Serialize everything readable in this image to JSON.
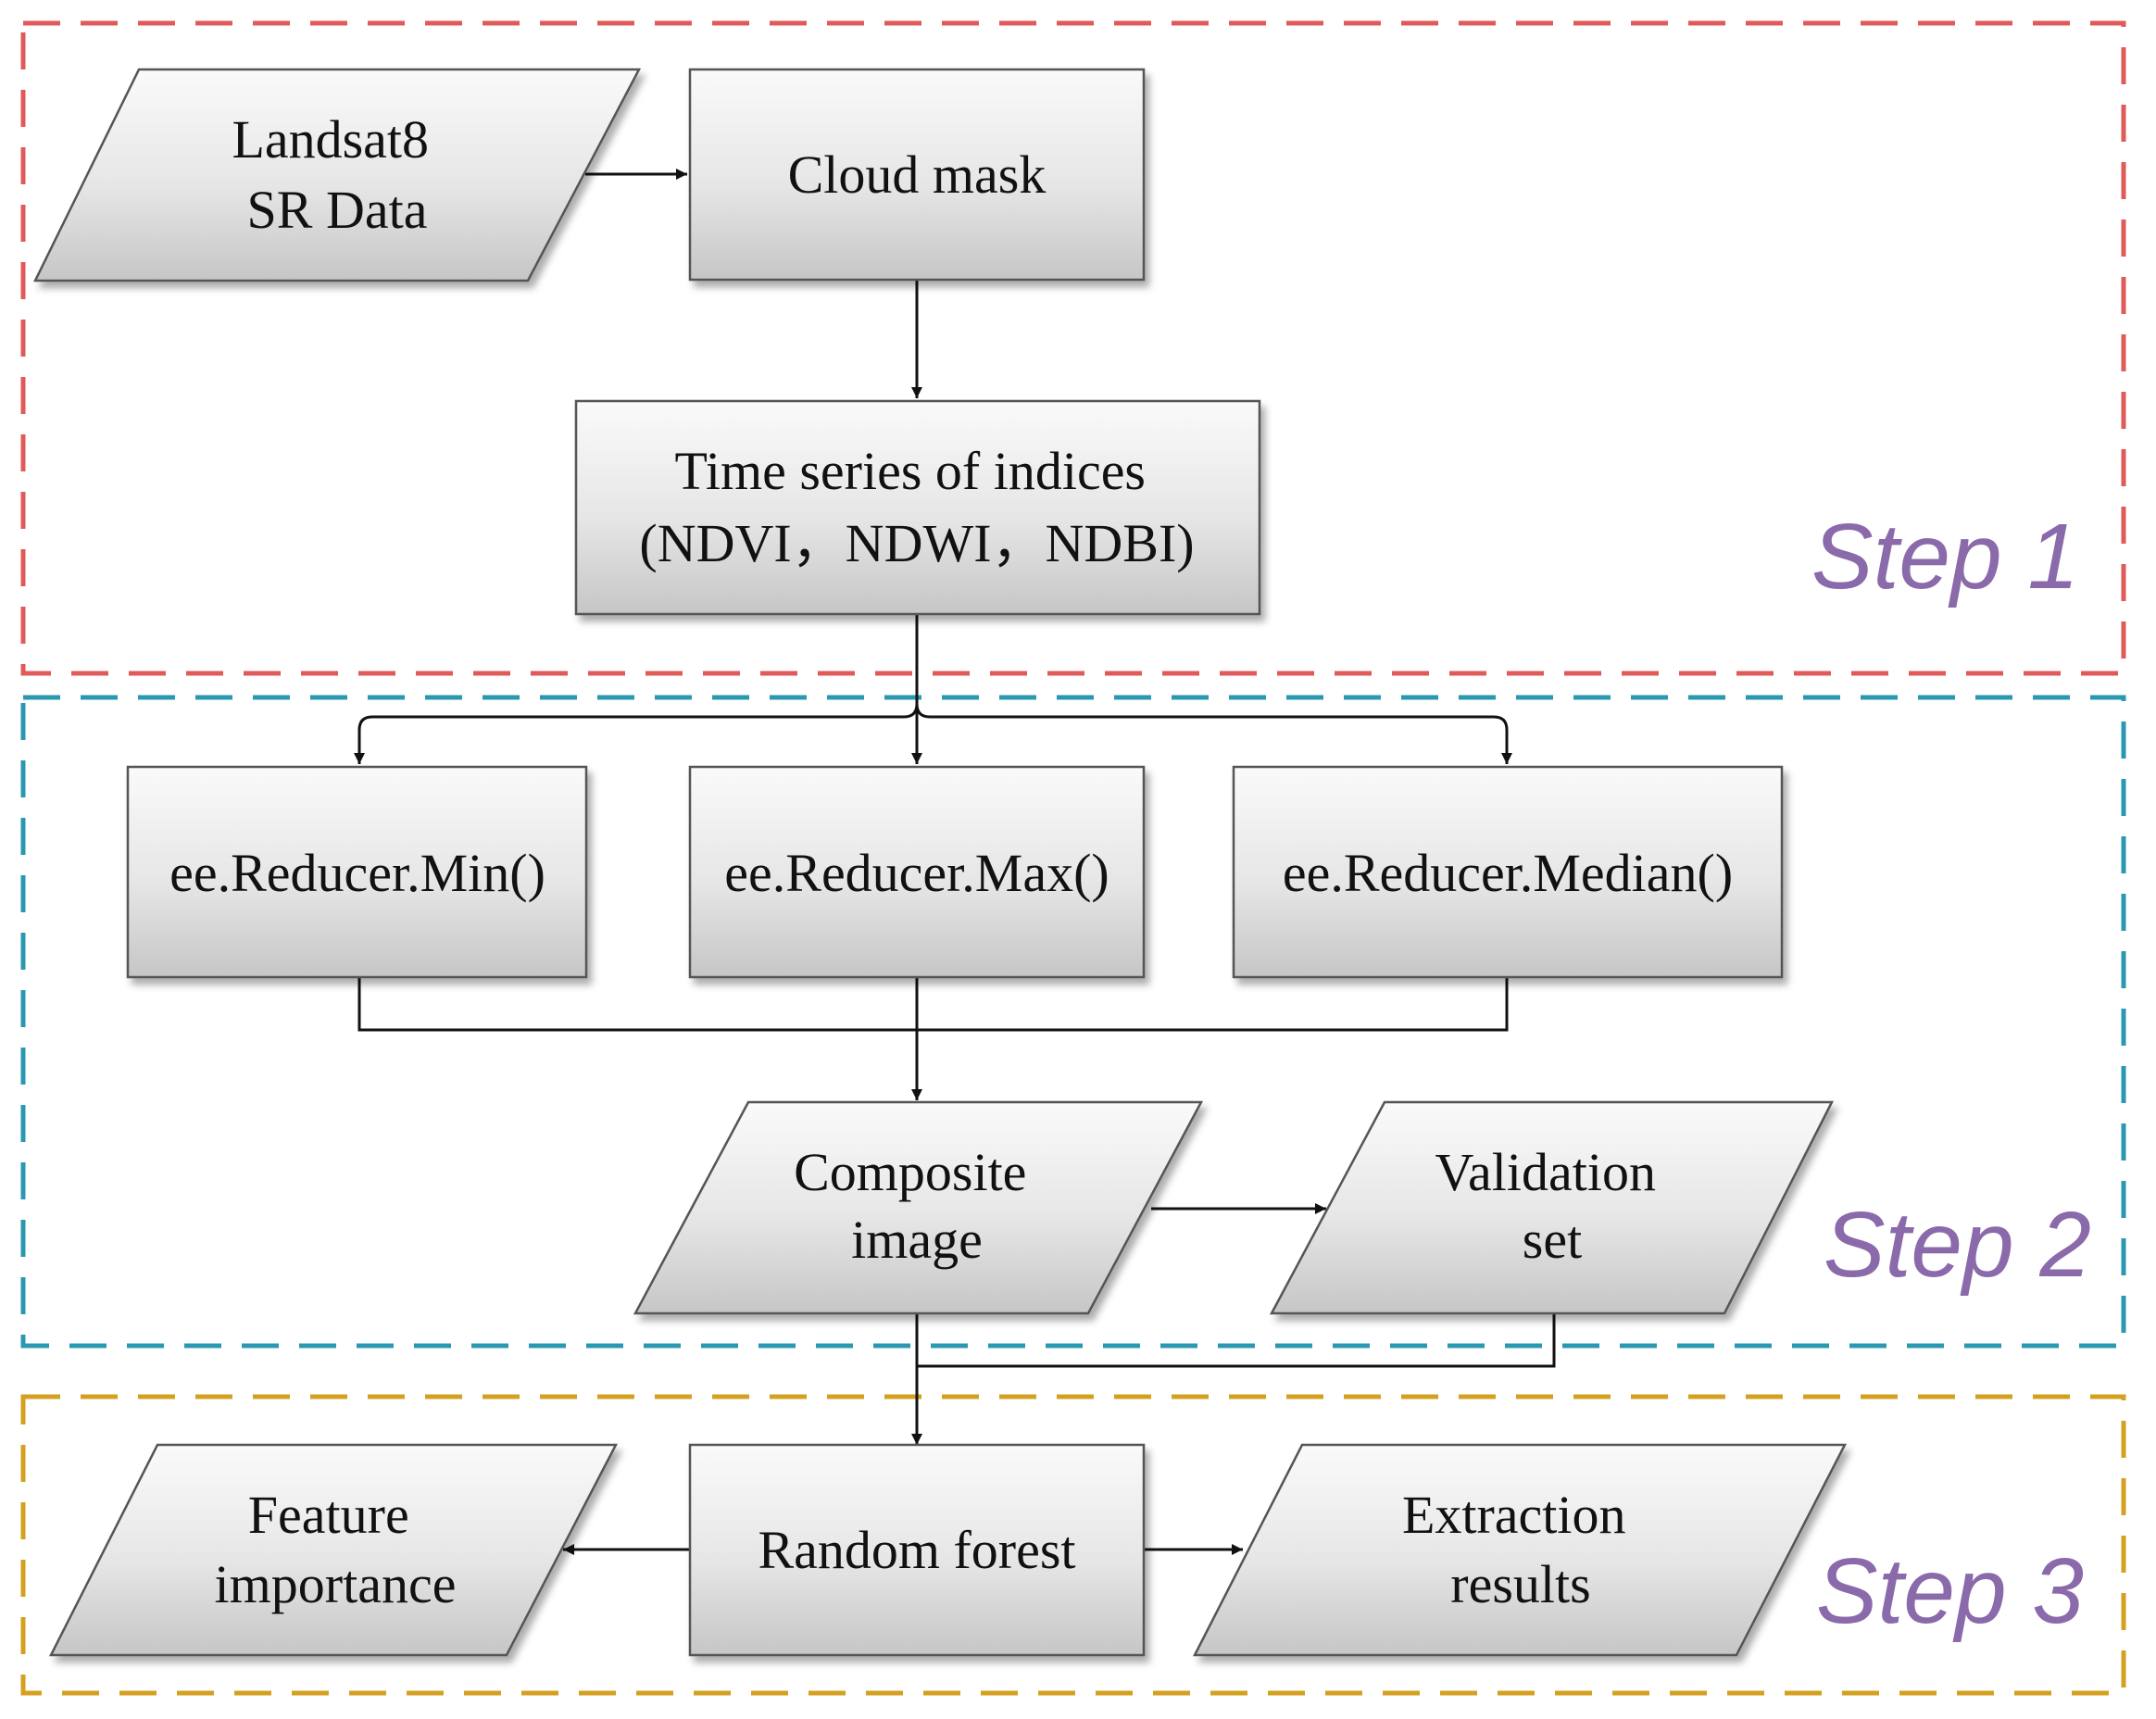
{
  "colors": {
    "step1_border": "#e05a5a",
    "step2_border": "#2a98b0",
    "step3_border": "#d4a020",
    "step_label": "#8a6aaa",
    "node_fill_light": "#fafafa",
    "node_fill_dark": "#c9c9c9",
    "node_border": "#555555",
    "arrow": "#111111"
  },
  "steps": {
    "step1": "Step 1",
    "step2": "Step 2",
    "step3": "Step 3"
  },
  "nodes": {
    "landsat": {
      "shape": "parallelogram",
      "lines": [
        "Landsat8",
        "SR Data"
      ]
    },
    "cloud_mask": {
      "shape": "rectangle",
      "lines": [
        "Cloud mask"
      ]
    },
    "time_series": {
      "shape": "rectangle",
      "lines": [
        "Time series of indices",
        "(NDVI，NDWI，NDBI)"
      ]
    },
    "reducer_min": {
      "shape": "rectangle",
      "lines": [
        "ee.Reducer.Min()"
      ]
    },
    "reducer_max": {
      "shape": "rectangle",
      "lines": [
        "ee.Reducer.Max()"
      ]
    },
    "reducer_median": {
      "shape": "rectangle",
      "lines": [
        "ee.Reducer.Median()"
      ]
    },
    "composite": {
      "shape": "parallelogram",
      "lines": [
        "Composite",
        "image"
      ]
    },
    "validation": {
      "shape": "parallelogram",
      "lines": [
        "Validation",
        "set"
      ]
    },
    "random_forest": {
      "shape": "rectangle",
      "lines": [
        "Random forest"
      ]
    },
    "feature_importance": {
      "shape": "parallelogram",
      "lines": [
        "Feature",
        "importance"
      ]
    },
    "extraction": {
      "shape": "parallelogram",
      "lines": [
        "Extraction",
        "results"
      ]
    }
  }
}
